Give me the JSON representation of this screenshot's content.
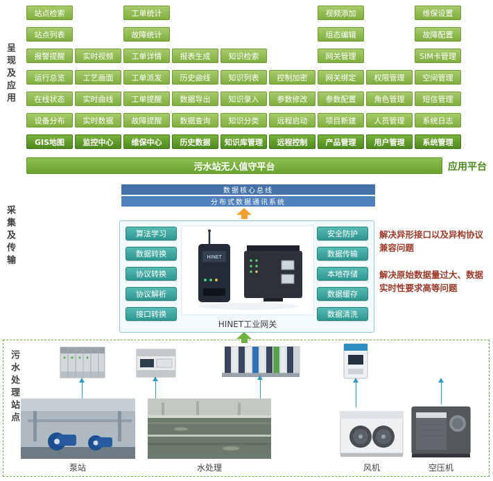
{
  "left_labels": {
    "presentation": "呈现及应用",
    "collection": "采集及传输",
    "station": "污水处理站点"
  },
  "app_grid": {
    "columns": [
      {
        "cells": [
          "站点检索",
          "站点列表",
          "报警提醒",
          "运行总览",
          "在线状态",
          "设备分布",
          "GIS地图"
        ]
      },
      {
        "cells": [
          null,
          null,
          "实时视频",
          "工艺画面",
          "实时曲线",
          "实时数据",
          "监控中心"
        ]
      },
      {
        "cells": [
          "工单统计",
          "故障统计",
          "工单详情",
          "工单派发",
          "工单提醒",
          "故障提醒",
          "维保中心"
        ]
      },
      {
        "cells": [
          null,
          null,
          "报表生成",
          "历史曲线",
          "数据导出",
          "数据查询",
          "历史数据"
        ]
      },
      {
        "cells": [
          null,
          null,
          "知识检索",
          "知识列表",
          "知识录入",
          "知识分类",
          "知识库管理"
        ]
      },
      {
        "cells": [
          null,
          null,
          null,
          "控制加密",
          "参数修改",
          "远程启动",
          "远程控制"
        ]
      },
      {
        "cells": [
          "视频添加",
          "组态编辑",
          "网关管理",
          "网关绑定",
          "参数配置",
          "项目新建",
          "产品管理"
        ]
      },
      {
        "cells": [
          null,
          null,
          null,
          "权限管理",
          "角色管理",
          "人员管理",
          "用户管理"
        ]
      },
      {
        "cells": [
          "维保设置",
          "故障配置",
          "SIM卡管理",
          "空间管理",
          "短信管理",
          "系统日志",
          "系统管理"
        ]
      }
    ]
  },
  "platform_bar": {
    "label": "污水站无人值守平台"
  },
  "platform_tag": "应用平台",
  "bus_bars": [
    "数据核心总线",
    "分布式数据通讯系统"
  ],
  "gateway": {
    "left_functions": [
      "算法学习",
      "数据转换",
      "协议转换",
      "协议解析",
      "接口转换"
    ],
    "right_functions": [
      "安全防护",
      "数据传输",
      "本地存储",
      "数据缓存",
      "数据清洗"
    ],
    "caption": "HINET工业网关"
  },
  "notes": [
    "解决异形接口以及异构协议兼容问题",
    "解决原始数据量过大、数据实时性要求高等问题"
  ],
  "station": {
    "equipment_labels": [
      "泵站",
      "水处理",
      "风机",
      "空压机"
    ]
  },
  "colors": {
    "app_button_green": "#7fae3e",
    "app_header_green": "#4f8a1f",
    "platform_bar_green": "#69a32e",
    "bus_blue": "#4f81bd",
    "gateway_teal": "#2e9790",
    "note_red": "#9c3a28",
    "arrow_orange": "#f2a02d",
    "arrow_green": "#6fb13e",
    "dashed_border_green": "#6fae3f",
    "connector_teal": "#2e9bbf"
  }
}
